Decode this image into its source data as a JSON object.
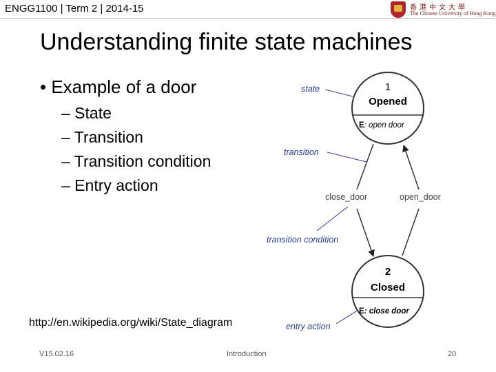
{
  "header": {
    "course": "ENGG1100 | Term 2 | 2014-15"
  },
  "logo": {
    "chinese": "香港中文大學",
    "english": "The Chinese University of Hong Kong"
  },
  "slide": {
    "title": "Understanding finite state machines",
    "bullet": "• Example of a door",
    "subs": [
      "– State",
      "– Transition",
      "– Transition condition",
      "– Entry action"
    ],
    "source_url": "http://en.wikipedia.org/wiki/State_diagram"
  },
  "diagram": {
    "state1": {
      "number": "1",
      "name": "Opened",
      "entry_prefix": "E",
      "entry_action": ": open door"
    },
    "state2": {
      "number": "2",
      "name": "Closed",
      "entry_prefix": "E",
      "entry_action": ": close door"
    },
    "transitions": {
      "left": "close_door",
      "right": "open_door"
    },
    "annotations": {
      "state": "state",
      "transition": "transition",
      "transition_condition": "transition condition",
      "entry_action": "entry action"
    },
    "colors": {
      "annotation": "#2a3a9c",
      "line": "#333333"
    }
  },
  "footer": {
    "version": "V15.02.16",
    "section": "Introduction",
    "page": "20"
  }
}
